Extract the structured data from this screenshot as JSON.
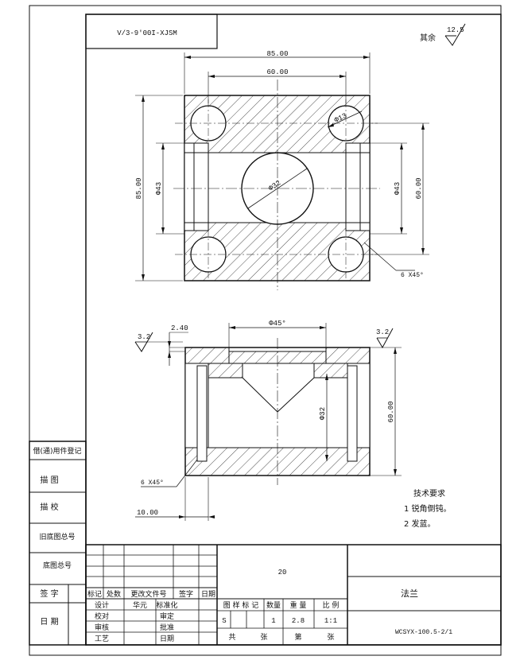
{
  "corner_code": "V/3-9'00I-XJSM",
  "roughness": {
    "other_text": "其余",
    "other_value": "12.5",
    "top_left": "3.2",
    "top_right": "3.2"
  },
  "top_view": {
    "dim_85_top": "85.00",
    "dim_60_top": "60.00",
    "dim_85_left": "85.00",
    "dim_43_left": "Φ43",
    "dim_43_right": "Φ43",
    "dim_60_right": "60.00",
    "dim_hole_small": "Φ13",
    "dim_bore": "Φ32",
    "chamfer": "6 X45°"
  },
  "section_view": {
    "dim_240": "2.40",
    "dim_top_dia": "Φ45°",
    "dim_inner": "Φ32",
    "dim_60": "60.00",
    "chamfer": "6 X45°",
    "dim_10": "10.00"
  },
  "tech_req": {
    "title": "技术要求",
    "items": [
      "1 锐角倒钝。",
      "2 发蓝。"
    ]
  },
  "side_block": {
    "cells": [
      "借(通)用件登记",
      "描  图",
      "描  校",
      "旧底图总号",
      "底图总号",
      "签  字",
      "日  期"
    ]
  },
  "title_block": {
    "material": "20",
    "part_name": "法兰",
    "drawing_no": "WCSYX-100.5-2/1",
    "revision_headers": [
      "标记",
      "处数",
      "更改文件号",
      "签字",
      "日期"
    ],
    "role_left": [
      "设计",
      "校对",
      "审核",
      "工艺"
    ],
    "std_header": "标准化",
    "role_right": [
      "审定",
      "批准",
      "日期"
    ],
    "info_headers": [
      "图 样 标 记",
      "数量",
      "重 量",
      "比 例"
    ],
    "mark_value": "S",
    "qty": "1",
    "weight": "2.8",
    "scale": "1:1",
    "sheet_total": "共",
    "sheet_unit": "张",
    "sheet_no": "第",
    "sheet_unit2": "张",
    "sign_label": "华元"
  }
}
